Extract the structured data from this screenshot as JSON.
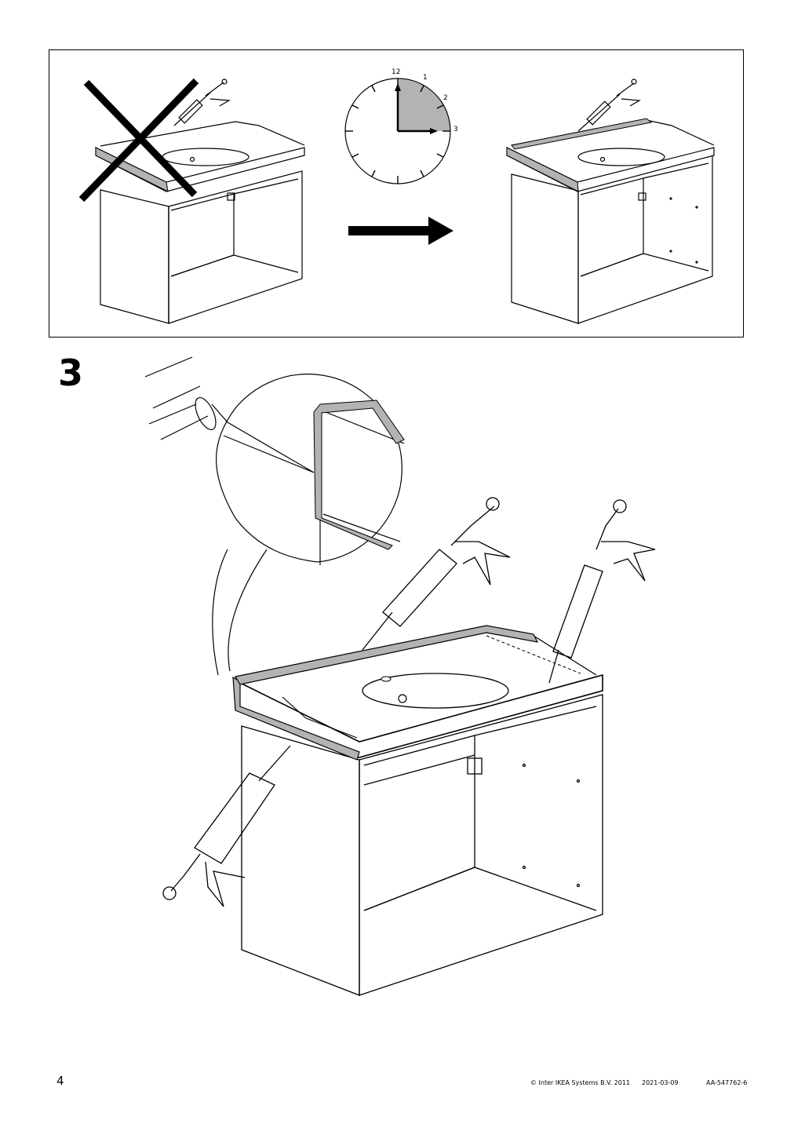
{
  "clock": {
    "labels": [
      "12",
      "1",
      "2",
      "3"
    ]
  },
  "step": {
    "number": "3"
  },
  "footer": {
    "page_number": "4",
    "copyright": "© Inter IKEA Systems B.V. 2011",
    "date": "2021-03-09",
    "doc_id": "AA-547762-6"
  },
  "colors": {
    "line": "#000000",
    "shade": "#b3b3b3",
    "bg": "#ffffff"
  }
}
